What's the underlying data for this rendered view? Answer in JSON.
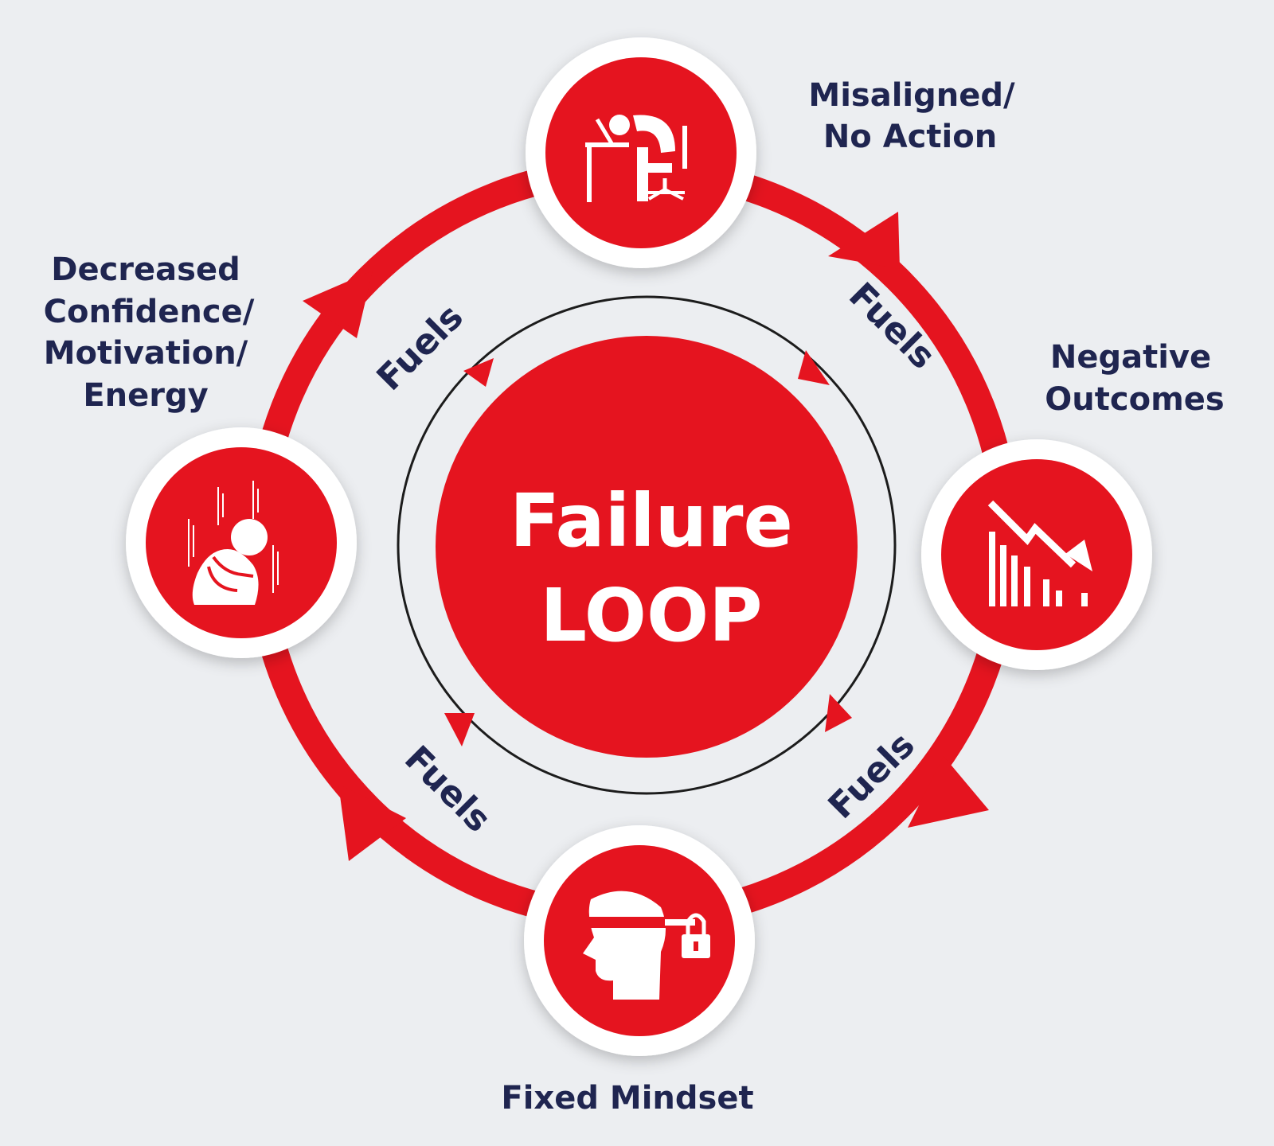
{
  "center": {
    "line1": "Failure",
    "line2": "LOOP"
  },
  "stages": [
    {
      "icon": "slumped-at-desk-icon",
      "label_lines": [
        "Misaligned/",
        "No Action"
      ]
    },
    {
      "icon": "declining-chart-icon",
      "label_lines": [
        "Negative",
        "Outcomes"
      ]
    },
    {
      "icon": "locked-blindfold-head-icon",
      "label_lines": [
        "Fixed Mindset"
      ]
    },
    {
      "icon": "crouching-person-icon",
      "label_lines": [
        "Decreased",
        "Confidence/",
        "Motivation/",
        "Energy"
      ]
    }
  ],
  "connectors": [
    "Fuels",
    "Fuels",
    "Fuels",
    "Fuels"
  ],
  "colors": {
    "accent": "#e5141f",
    "text": "#1f2550",
    "background": "#eceef1"
  }
}
